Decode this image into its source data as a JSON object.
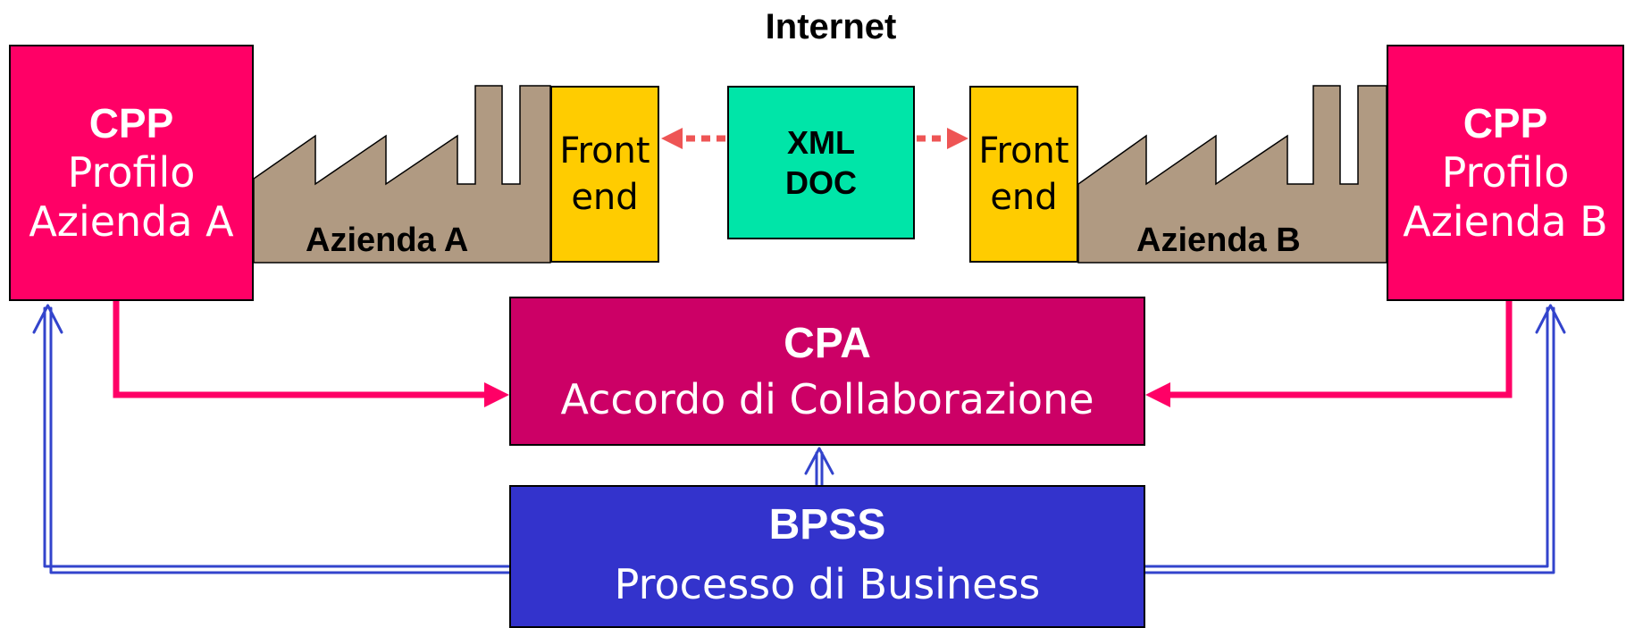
{
  "diagram": {
    "title": "Internet",
    "cpp_a": {
      "title": "CPP",
      "line1": "Profilo",
      "line2": "Azienda A"
    },
    "cpp_b": {
      "title": "CPP",
      "line1": "Profilo",
      "line2": "Azienda B"
    },
    "factory_a": {
      "label": "Azienda A"
    },
    "factory_b": {
      "label": "Azienda B"
    },
    "frontend_a": {
      "line1": "Front",
      "line2": "end"
    },
    "frontend_b": {
      "line1": "Front",
      "line2": "end"
    },
    "xml_doc": {
      "line1": "XML",
      "line2": "DOC"
    },
    "cpa": {
      "title": "CPA",
      "subtitle": "Accordo di Collaborazione"
    },
    "bpss": {
      "title": "BPSS",
      "subtitle": "Processo di Business"
    },
    "colors": {
      "cpp": "#ff0066",
      "cpa": "#cc0066",
      "bpss": "#3333cc",
      "xml_doc": "#00e5a8",
      "frontend": "#ffcc00",
      "factory": "#b09a82",
      "dotted_arrow": "#ee5555",
      "pink_connector": "#ff0066",
      "blue_connector": "#3344cc"
    }
  }
}
